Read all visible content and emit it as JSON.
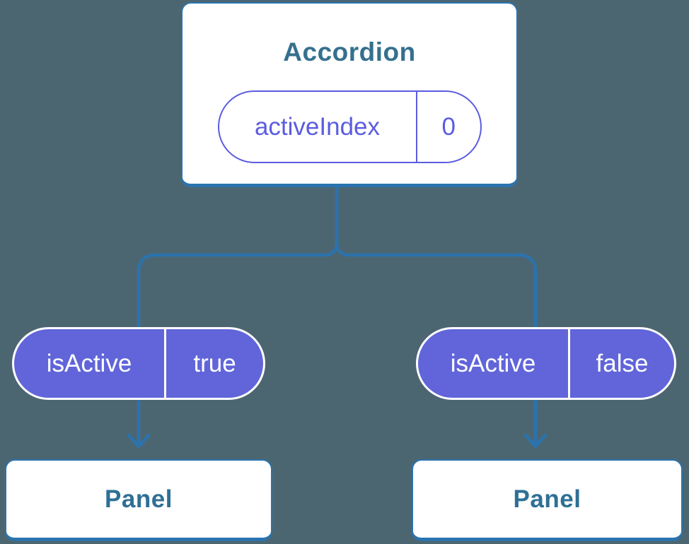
{
  "diagram": {
    "root": {
      "title": "Accordion",
      "state": {
        "name": "activeIndex",
        "value": "0"
      }
    },
    "children": [
      {
        "prop": {
          "name": "isActive",
          "value": "true"
        },
        "label": "Panel"
      },
      {
        "prop": {
          "name": "isActive",
          "value": "false"
        },
        "label": "Panel"
      }
    ]
  },
  "colors": {
    "background": "#4C6671",
    "card_background": "#FFFFFF",
    "connector_blue": "#2B73AE",
    "heading_blue": "#35708E",
    "panel_text_blue": "#2E6F96",
    "pill_fill_purple": "#6165D9",
    "pill_outline_purple": "#5C5CE0",
    "pill_text_on_fill": "#FFFFFF"
  }
}
